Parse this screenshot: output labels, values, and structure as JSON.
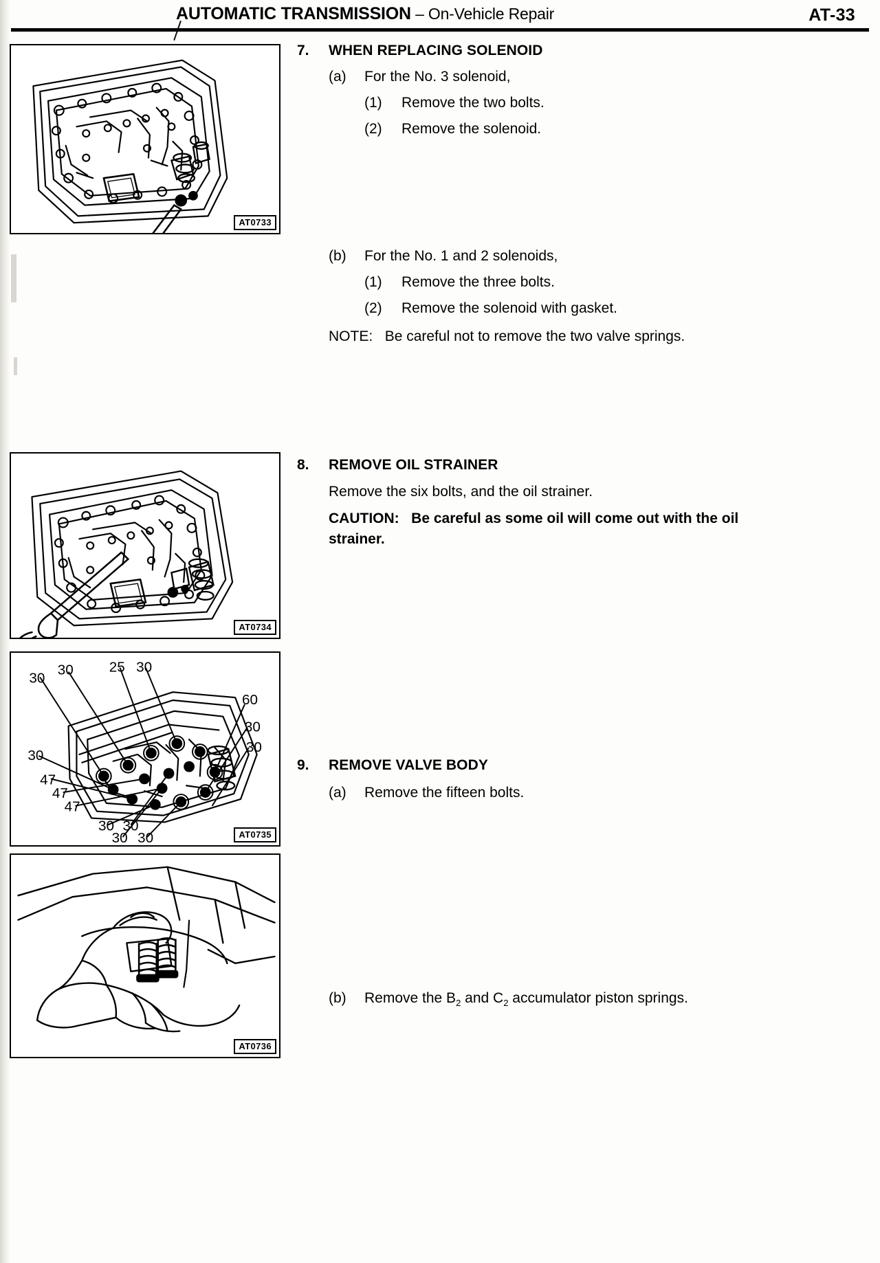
{
  "header": {
    "title_main": "AUTOMATIC TRANSMISSION",
    "title_sep": " – ",
    "title_sub": "On-Vehicle Repair",
    "page_number": "AT-33"
  },
  "steps": [
    {
      "number": "7.",
      "title": "WHEN REPLACING SOLENOID",
      "items": [
        {
          "mark": "(a)",
          "text": "For the No. 3 solenoid,"
        },
        {
          "mark": "(1)",
          "text": "Remove the two bolts."
        },
        {
          "mark": "(2)",
          "text": "Remove the solenoid."
        },
        {
          "mark": "(b)",
          "text": "For the No. 1 and 2 solenoids,"
        },
        {
          "mark": "(1)",
          "text": "Remove the three bolts."
        },
        {
          "mark": "(2)",
          "text": "Remove the solenoid with gasket."
        }
      ],
      "note_label": "NOTE:",
      "note_text": "Be careful not to remove the two valve springs."
    },
    {
      "number": "8.",
      "title": "REMOVE OIL STRAINER",
      "body": "Remove the six bolts, and the oil strainer.",
      "caution_label": "CAUTION:",
      "caution_text": "Be careful as some oil will come out with the oil strainer."
    },
    {
      "number": "9.",
      "title": "REMOVE VALVE BODY",
      "items": [
        {
          "mark": "(a)",
          "text": "Remove the fifteen bolts."
        },
        {
          "mark": "(b)",
          "text": "Remove the B2 and C2 accumulator piston springs."
        }
      ]
    }
  ],
  "figures": [
    {
      "id": "fig-at0733",
      "label": "AT0733",
      "caption": "No. 3 solenoid removal – valve body with screwdriver"
    },
    {
      "id": "fig-at0734",
      "label": "AT0734",
      "caption": "Oil strainer removal – valve body with extension tool"
    },
    {
      "id": "fig-at0735",
      "label": "AT0735",
      "caption": "Valve body bolt torque locations",
      "torque_callouts": [
        {
          "value": "30",
          "position": "upper-left-outer"
        },
        {
          "value": "30",
          "position": "upper-left-inner"
        },
        {
          "value": "25",
          "position": "top-center-left"
        },
        {
          "value": "30",
          "position": "top-center-right"
        },
        {
          "value": "60",
          "position": "right-upper"
        },
        {
          "value": "30",
          "position": "right-middle"
        },
        {
          "value": "30",
          "position": "right-lower"
        },
        {
          "value": "30",
          "position": "left-middle"
        },
        {
          "value": "47",
          "position": "left-lower-1"
        },
        {
          "value": "47",
          "position": "left-lower-2"
        },
        {
          "value": "47",
          "position": "left-lower-3"
        },
        {
          "value": "30",
          "position": "bottom-1"
        },
        {
          "value": "30",
          "position": "bottom-2"
        },
        {
          "value": "30",
          "position": "bottom-3"
        },
        {
          "value": "30",
          "position": "bottom-4"
        }
      ]
    },
    {
      "id": "fig-at0736",
      "label": "AT0736",
      "caption": "Removing accumulator piston springs by hand"
    }
  ],
  "colors": {
    "ink": "#000000",
    "paper": "#fdfdfb"
  }
}
